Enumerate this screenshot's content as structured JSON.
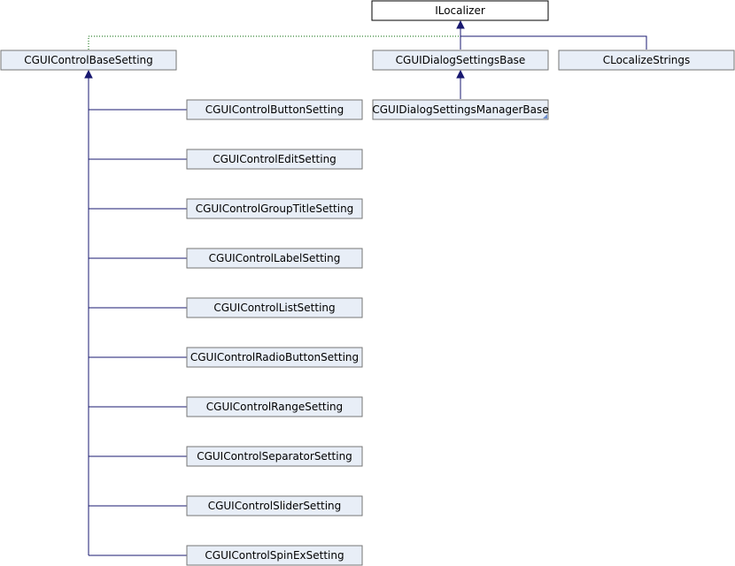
{
  "diagram": {
    "colors": {
      "node_fill": "#e8eef7",
      "node_border": "#767676",
      "root_fill": "#ffffff",
      "root_border": "#000000",
      "edge": "#191970",
      "dotted_edge": "#006400"
    },
    "nodes": {
      "ilocalizer": "ILocalizer",
      "base_setting": "CGUIControlBaseSetting",
      "dialog_base": "CGUIDialogSettingsBase",
      "localize_strings": "CLocalizeStrings",
      "dialog_manager_base": "CGUIDialogSettingsManagerBase",
      "button_setting": "CGUIControlButtonSetting",
      "edit_setting": "CGUIControlEditSetting",
      "group_title_setting": "CGUIControlGroupTitleSetting",
      "label_setting": "CGUIControlLabelSetting",
      "list_setting": "CGUIControlListSetting",
      "radio_button_setting": "CGUIControlRadioButtonSetting",
      "range_setting": "CGUIControlRangeSetting",
      "separator_setting": "CGUIControlSeparatorSetting",
      "slider_setting": "CGUIControlSliderSetting",
      "spin_ex_setting": "CGUIControlSpinExSetting"
    },
    "edges": [
      {
        "from": "base_setting",
        "to": "ilocalizer",
        "style": "dotted"
      },
      {
        "from": "dialog_base",
        "to": "ilocalizer",
        "style": "solid"
      },
      {
        "from": "localize_strings",
        "to": "ilocalizer",
        "style": "solid"
      },
      {
        "from": "dialog_manager_base",
        "to": "dialog_base",
        "style": "solid"
      },
      {
        "from": "button_setting",
        "to": "base_setting",
        "style": "solid"
      },
      {
        "from": "edit_setting",
        "to": "base_setting",
        "style": "solid"
      },
      {
        "from": "group_title_setting",
        "to": "base_setting",
        "style": "solid"
      },
      {
        "from": "label_setting",
        "to": "base_setting",
        "style": "solid"
      },
      {
        "from": "list_setting",
        "to": "base_setting",
        "style": "solid"
      },
      {
        "from": "radio_button_setting",
        "to": "base_setting",
        "style": "solid"
      },
      {
        "from": "range_setting",
        "to": "base_setting",
        "style": "solid"
      },
      {
        "from": "separator_setting",
        "to": "base_setting",
        "style": "solid"
      },
      {
        "from": "slider_setting",
        "to": "base_setting",
        "style": "solid"
      },
      {
        "from": "spin_ex_setting",
        "to": "base_setting",
        "style": "solid"
      }
    ]
  }
}
